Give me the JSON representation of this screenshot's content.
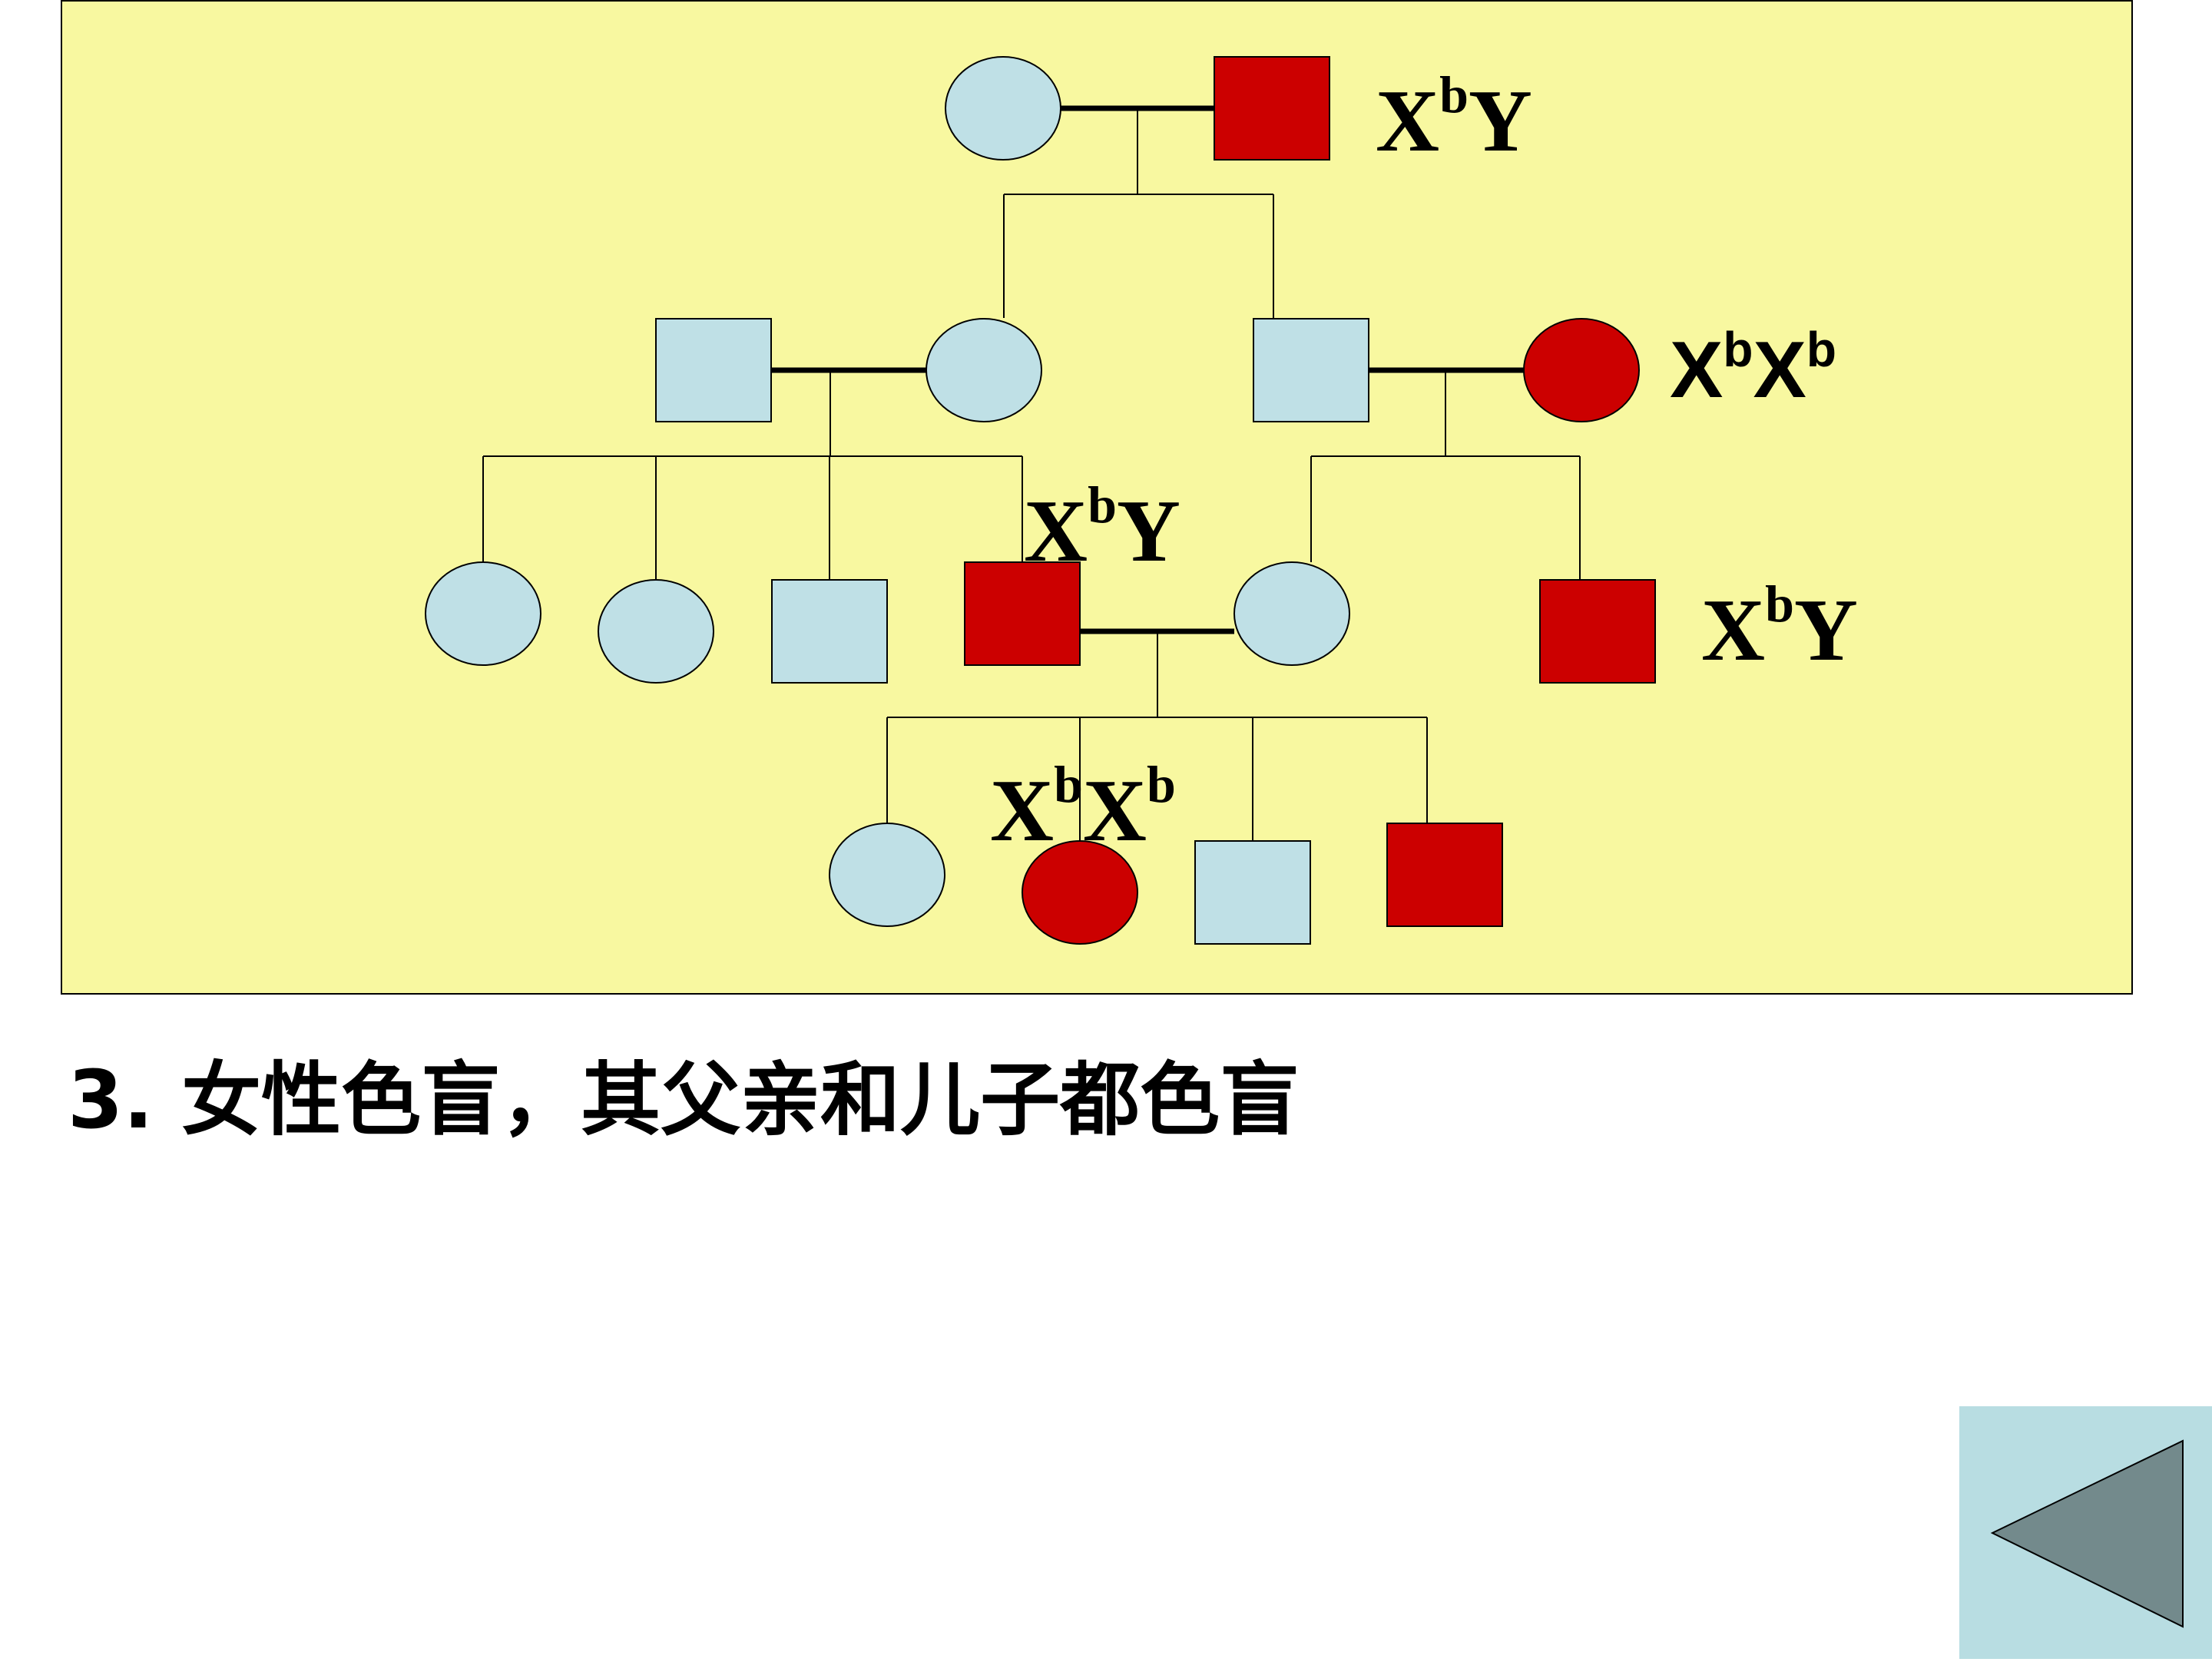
{
  "colors": {
    "panel_background": "#f8f8a0",
    "affected": "#cc0000",
    "unaffected": "#bfe0e6",
    "line": "#000000",
    "button_background": "#b8dde2",
    "button_arrow": "#738a8c"
  },
  "pedigree": {
    "legend": {
      "circle": "female",
      "square": "male",
      "red_fill": "affected (color blind)",
      "light_blue_fill": "unaffected"
    },
    "generations": {
      "I": {
        "grandmother": {
          "sex": "female",
          "affected": false
        },
        "grandfather": {
          "sex": "male",
          "affected": true,
          "label": {
            "base1": "X",
            "sup1": "b",
            "base2": "Y"
          }
        }
      },
      "II": {
        "husband_left": {
          "sex": "male",
          "affected": false
        },
        "daughter": {
          "sex": "female",
          "affected": false
        },
        "son": {
          "sex": "male",
          "affected": false
        },
        "wife_right": {
          "sex": "female",
          "affected": true,
          "label": {
            "base1": "X",
            "sup1": "b",
            "base2": "X",
            "sup2": "b"
          }
        }
      },
      "III": {
        "child_1": {
          "sex": "female",
          "affected": false
        },
        "child_2": {
          "sex": "female",
          "affected": false
        },
        "child_3": {
          "sex": "male",
          "affected": false
        },
        "child_4": {
          "sex": "male",
          "affected": true,
          "label": {
            "base1": "X",
            "sup1": "b",
            "base2": "Y"
          }
        },
        "child_5": {
          "sex": "female",
          "affected": false
        },
        "child_6": {
          "sex": "male",
          "affected": true,
          "label": {
            "base1": "X",
            "sup1": "b",
            "base2": "Y"
          }
        }
      },
      "IV": {
        "child_1": {
          "sex": "female",
          "affected": false
        },
        "child_2": {
          "sex": "female",
          "affected": true,
          "label": {
            "base1": "X",
            "sup1": "b",
            "base2": "X",
            "sup2": "b"
          }
        },
        "child_3": {
          "sex": "male",
          "affected": false
        },
        "child_4": {
          "sex": "male",
          "affected": true
        }
      }
    }
  },
  "caption": "3. 女性色盲，其父亲和儿子都色盲",
  "nav": {
    "back_icon": "triangle-left-icon"
  }
}
